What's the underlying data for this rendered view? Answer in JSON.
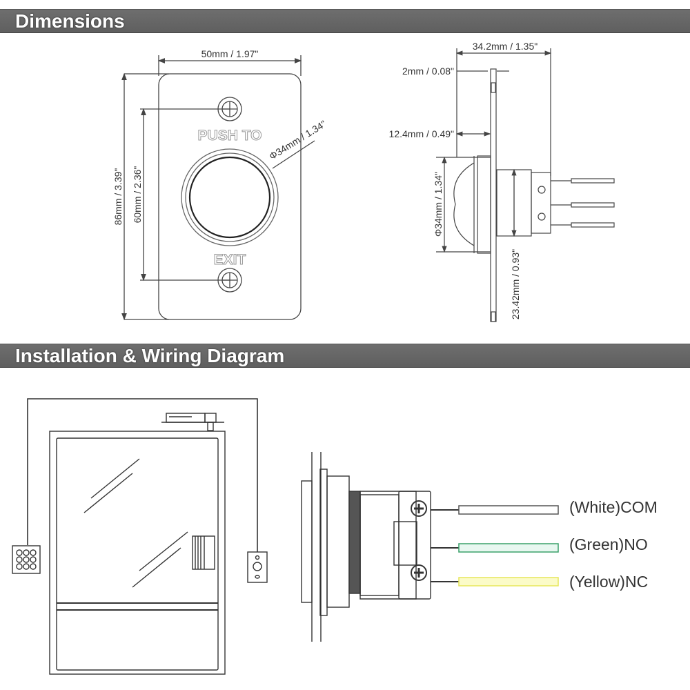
{
  "sections": {
    "dimensions_title": "Dimensions",
    "installation_title": "Installation & Wiring Diagram"
  },
  "front_view": {
    "width_label": "50mm / 1.97\"",
    "height_label": "86mm / 3.39\"",
    "hole_spacing_label": "60mm / 2.36\"",
    "button_diameter_label": "Φ34mm / 1.34\"",
    "embossed_top": "PUSH TO",
    "embossed_bottom": "EXIT"
  },
  "side_view": {
    "depth_label": "34.2mm / 1.35\"",
    "plate_thickness_label": "2mm / 0.08\"",
    "button_protrusion_label": "12.4mm / 0.49\"",
    "button_diameter_label": "Φ34mm / 1.34\"",
    "body_diameter_label": "23.42mm / 0.93\""
  },
  "wiring": {
    "wires": [
      {
        "label": "(White)COM",
        "color": "#ffffff",
        "outline": "#555555"
      },
      {
        "label": "(Green)NO",
        "color": "#e8f7f0",
        "outline": "#3aa06a"
      },
      {
        "label": "(Yellow)NC",
        "color": "#fbfbc8",
        "outline": "#e6e65a"
      }
    ]
  },
  "colors": {
    "banner": "#666666",
    "line": "#444444",
    "text": "#333333"
  }
}
